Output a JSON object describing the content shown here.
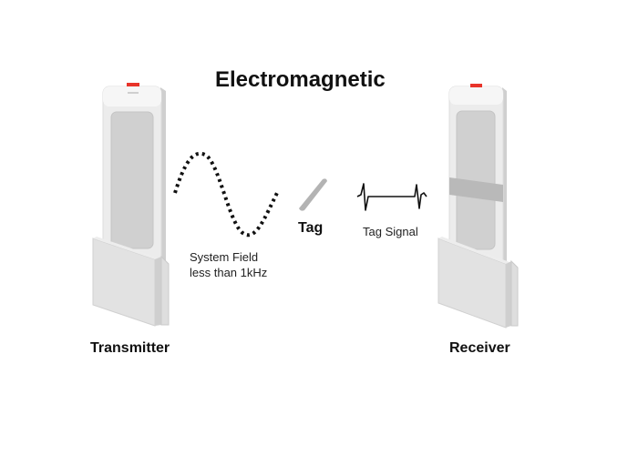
{
  "diagram": {
    "title": "Electromagnetic",
    "transmitter": {
      "label": "Transmitter",
      "icon": "antenna-pedestal-icon",
      "indicator_color": "#e8342a"
    },
    "receiver": {
      "label": "Receiver",
      "icon": "antenna-pedestal-icon",
      "indicator_color": "#e8342a"
    },
    "system_field": {
      "line1": "System Field",
      "line2": "less than 1kHz",
      "icon": "sine-wave-dotted-icon"
    },
    "tag": {
      "label": "Tag",
      "icon": "tag-strip-icon"
    },
    "tag_signal": {
      "label": "Tag Signal",
      "icon": "pulse-signal-icon"
    },
    "colors": {
      "panel": "#e9e9e9",
      "panel_edge": "#d2d2d2",
      "inner": "#cfcfcf",
      "band": "#bcbcbc",
      "text": "#111111"
    }
  }
}
